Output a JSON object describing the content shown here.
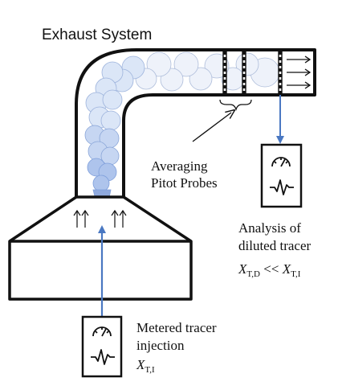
{
  "title": "Exhaust System",
  "probe_label": {
    "line1": "Averaging",
    "line2": "Pitot Probes"
  },
  "analysis_label": {
    "line1": "Analysis of",
    "line2": "diluted tracer",
    "formula_left": "X",
    "formula_left_sub": "T,D",
    "formula_op": " << ",
    "formula_right": "X",
    "formula_right_sub": "T,I"
  },
  "injection_label": {
    "line1": "Metered tracer",
    "line2": "injection",
    "formula": "X",
    "formula_sub": "T,I"
  },
  "colors": {
    "outline": "#111111",
    "tracer_line": "#4a78c2",
    "plume_light": "#dbe6f7",
    "plume_mid": "#b4c8ec",
    "plume_dark": "#7f9fdb"
  },
  "icons": [
    "gauge-icon",
    "waveform-icon",
    "flow-arrow-icon"
  ]
}
